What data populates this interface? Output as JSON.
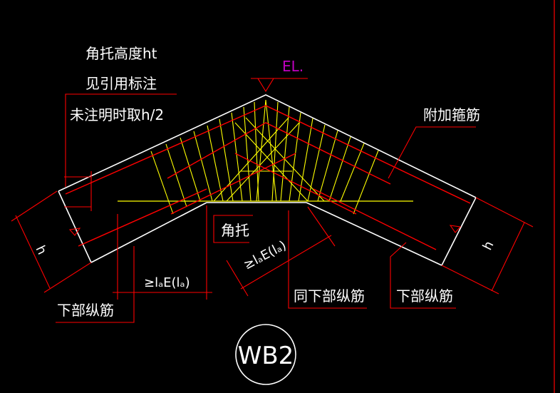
{
  "drawing": {
    "background": "#000000",
    "line_colors": {
      "outline": "#ffffff",
      "rebar": "#ff0000",
      "stirrup": "#ffff00",
      "dimension": "#ff0000",
      "elevation_text": "#c000c0"
    }
  },
  "annotations": {
    "haunch_height_line1": "角托高度ht",
    "haunch_height_line2": "见引用标注",
    "haunch_height_line3": "未注明时取h/2",
    "elevation": "EL.",
    "extra_stirrups": "附加箍筋",
    "haunch": "角托",
    "same_bottom_rebar": "同下部纵筋",
    "bottom_rebar_left": "下部纵筋",
    "bottom_rebar_right": "下部纵筋"
  },
  "dimensions": {
    "slab_thickness_left": "h",
    "slab_thickness_right": "h",
    "anchor_length_left": "≥lₐE(lₐ)",
    "anchor_length_center": "≥lₐE(lₐ)"
  },
  "badge": {
    "text": "WB2"
  }
}
